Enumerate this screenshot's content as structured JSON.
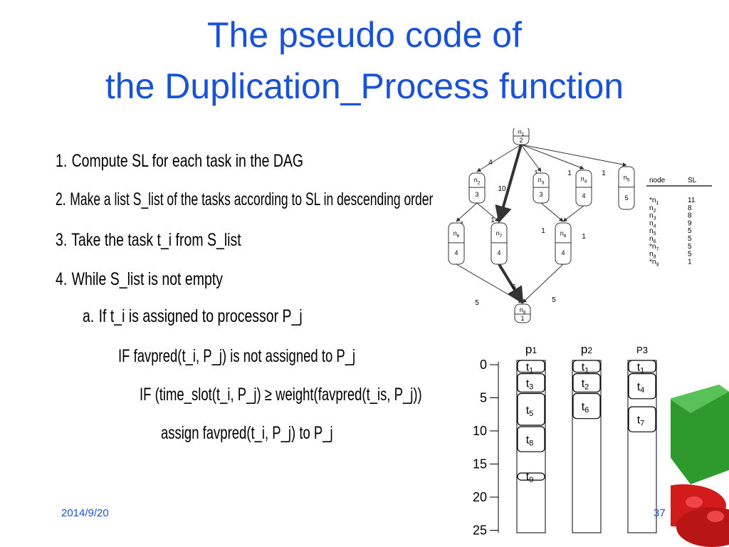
{
  "slide": {
    "title_line1": "The pseudo code of",
    "title_line2": "the Duplication_Process function",
    "date": "2014/9/20",
    "page_number": "37"
  },
  "pseudocode": {
    "lines": [
      {
        "num": "1.",
        "text": "Compute SL for each task in the DAG"
      },
      {
        "num": "2.",
        "text": "Make a list S_list of the tasks according to SL in descending order"
      },
      {
        "num": "3.",
        "text": "Take the task t_i from S_list"
      },
      {
        "num": "4.",
        "text": "While S_list is not empty"
      },
      {
        "num": "a.",
        "text": "If t_i is assigned to processor P_j"
      },
      {
        "num": "",
        "text": "IF favpred(t_i, P_j) is not assigned to P_j"
      },
      {
        "num": "",
        "text": "IF (time_slot(t_i, P_j) ≥ weight(favpred(t_is, P_j))"
      },
      {
        "num": "",
        "text": "assign favpred(t_i, P_j) to P_j"
      }
    ]
  },
  "dag": {
    "nodes": [
      {
        "id": "n1",
        "label": "n",
        "sub": "1",
        "weight": "2"
      },
      {
        "id": "n2",
        "label": "n",
        "sub": "2",
        "weight": "3"
      },
      {
        "id": "n3",
        "label": "n",
        "sub": "3",
        "weight": "3"
      },
      {
        "id": "n4",
        "label": "n",
        "sub": "4",
        "weight": "4"
      },
      {
        "id": "n5",
        "label": "n",
        "sub": "5",
        "weight": "5"
      },
      {
        "id": "n6",
        "label": "n",
        "sub": "6",
        "weight": "4"
      },
      {
        "id": "n7",
        "label": "n",
        "sub": "7",
        "weight": "4"
      },
      {
        "id": "n8",
        "label": "n",
        "sub": "8",
        "weight": "4"
      },
      {
        "id": "n9",
        "label": "n",
        "sub": "9",
        "weight": "1"
      }
    ],
    "edges": [
      {
        "from": "n1",
        "to": "n2",
        "weight": "4",
        "bold": false
      },
      {
        "from": "n1",
        "to": "n7",
        "weight": "10",
        "bold": true
      },
      {
        "from": "n1",
        "to": "n3",
        "weight": "1",
        "bold": false
      },
      {
        "from": "n1",
        "to": "n4",
        "weight": "1",
        "bold": false
      },
      {
        "from": "n1",
        "to": "n5",
        "weight": "1",
        "bold": false
      },
      {
        "from": "n2",
        "to": "n6",
        "weight": "1",
        "bold": false
      },
      {
        "from": "n2",
        "to": "n7",
        "weight": "1",
        "bold": false
      },
      {
        "from": "n3",
        "to": "n8",
        "weight": "1",
        "bold": false
      },
      {
        "from": "n4",
        "to": "n8",
        "weight": "1",
        "bold": false
      },
      {
        "from": "n6",
        "to": "n9",
        "weight": "5",
        "bold": false
      },
      {
        "from": "n7",
        "to": "n9",
        "weight": "6",
        "bold": true
      },
      {
        "from": "n8",
        "to": "n9",
        "weight": "5",
        "bold": false
      }
    ]
  },
  "sl_table": {
    "headers": [
      "node",
      "SL"
    ],
    "rows": [
      {
        "star": "*",
        "node": "n",
        "sub": "1",
        "sl": "11"
      },
      {
        "star": "",
        "node": "n",
        "sub": "2",
        "sl": "8"
      },
      {
        "star": "",
        "node": "n",
        "sub": "3",
        "sl": "8"
      },
      {
        "star": "",
        "node": "n",
        "sub": "4",
        "sl": "9"
      },
      {
        "star": "",
        "node": "n",
        "sub": "5",
        "sl": "5"
      },
      {
        "star": "",
        "node": "n",
        "sub": "6",
        "sl": "5"
      },
      {
        "star": "*",
        "node": "n",
        "sub": "7",
        "sl": "5"
      },
      {
        "star": "",
        "node": "n",
        "sub": "8",
        "sl": "5"
      },
      {
        "star": "*",
        "node": "n",
        "sub": "9",
        "sl": "1"
      }
    ]
  },
  "schedule": {
    "time_ticks": [
      "0",
      "5",
      "10",
      "15",
      "20",
      "25"
    ],
    "processors": [
      {
        "name": "p",
        "sub": "1",
        "tasks": [
          {
            "t": "t",
            "sub": "1",
            "start": 0,
            "end": 2
          },
          {
            "t": "t",
            "sub": "3",
            "start": 2,
            "end": 5
          },
          {
            "t": "t",
            "sub": "5",
            "start": 5,
            "end": 10
          },
          {
            "t": "t",
            "sub": "8",
            "start": 10,
            "end": 14
          },
          {
            "t": "t",
            "sub": "9",
            "start": 17,
            "end": 18
          }
        ]
      },
      {
        "name": "p",
        "sub": "2",
        "tasks": [
          {
            "t": "t",
            "sub": "1",
            "start": 0,
            "end": 2
          },
          {
            "t": "t",
            "sub": "2",
            "start": 2,
            "end": 5
          },
          {
            "t": "t",
            "sub": "6",
            "start": 5,
            "end": 9
          }
        ]
      },
      {
        "name": "P3",
        "sub": "",
        "tasks": [
          {
            "t": "t",
            "sub": "1",
            "start": 0,
            "end": 2
          },
          {
            "t": "t",
            "sub": "4",
            "start": 2,
            "end": 6
          },
          {
            "t": "t",
            "sub": "7",
            "start": 7,
            "end": 11
          }
        ]
      }
    ]
  },
  "colors": {
    "title": "#1a52d6",
    "block_green": "#2e9a2e",
    "block_red": "#d21c1c"
  }
}
